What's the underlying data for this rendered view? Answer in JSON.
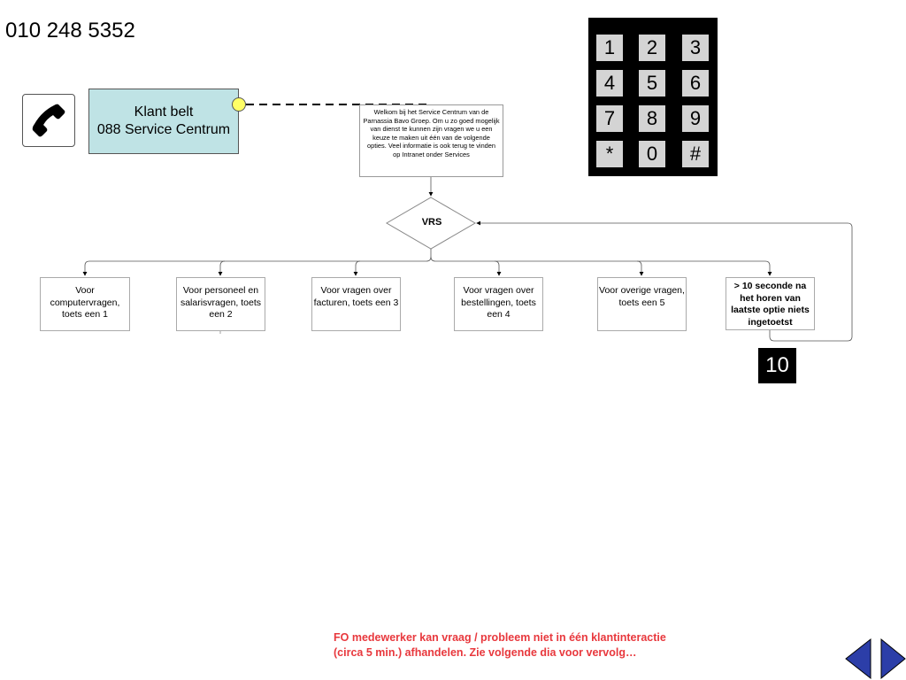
{
  "header": {
    "phone_number": "010 248 5352"
  },
  "caller": {
    "line1": "Klant belt",
    "line2": "088 Service Centrum",
    "icon": "telephone-handset-icon"
  },
  "welcome_message": "Welkom bij het Service Centrum van de Parnassia Bavo Groep. Om u zo goed mogelijk van dienst te kunnen zijn vragen we u een keuze te maken uit één van de volgende opties. Veel informatie is ook terug te vinden op Intranet onder Services",
  "keypad": {
    "keys": [
      "1",
      "2",
      "3",
      "4",
      "5",
      "6",
      "7",
      "8",
      "9",
      "*",
      "0",
      "#"
    ]
  },
  "decision": {
    "label": "VRS"
  },
  "options": [
    {
      "label": "Voor computervragen, toets een 1"
    },
    {
      "label": "Voor personeel en salarisvragen, toets een 2"
    },
    {
      "label": "Voor vragen over facturen, toets een 3"
    },
    {
      "label": "Voor vragen over bestellingen, toets een 4"
    },
    {
      "label": "Voor overige vragen, toets een 5"
    },
    {
      "label": "> 10 seconde na het horen van laatste optie niets ingetoetst"
    }
  ],
  "timer_badge": "10",
  "footer_note": "FO medewerker kan vraag / probleem niet in één klantinteractie (circa 5 min.) afhandelen. Zie volgende dia voor vervolg…",
  "navigation": {
    "prev_icon": "previous-triangle-icon",
    "next_icon": "next-triangle-icon"
  },
  "colors": {
    "caller_box": "#bfe3e5",
    "connector_dot": "#ffff66",
    "footer_text": "#e8383d",
    "nav_arrows": "#2c3ea8"
  }
}
